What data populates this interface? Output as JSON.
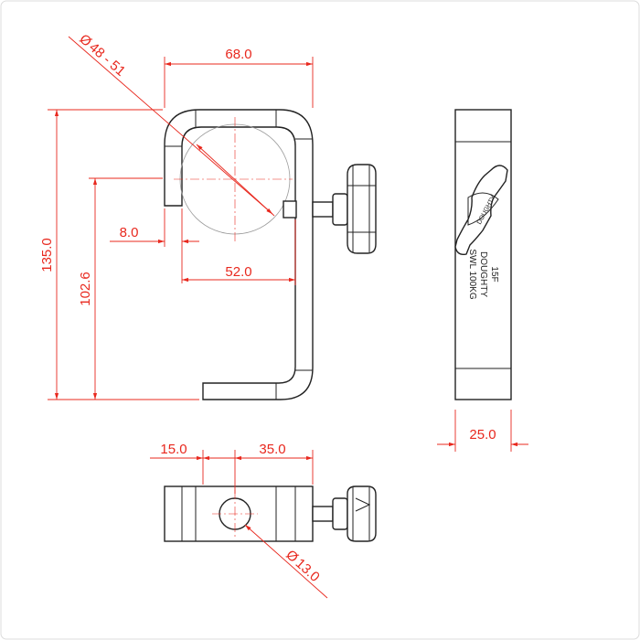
{
  "dimensions": {
    "diameter_range": "48 - 51",
    "width_top": "68.0",
    "total_height": "135.0",
    "inner_height": "102.6",
    "lip_width": "8.0",
    "inner_width": "52.0",
    "side_width": "25.0",
    "bottom_offset": "15.0",
    "bottom_length": "35.0",
    "hole_diameter": "13.0"
  },
  "side_label": {
    "line1": "15F",
    "line2": "DOUGHTY",
    "line3": "SWL 100KG",
    "knob_text": "DOUGHTY"
  },
  "symbols": {
    "diameter": "Ø"
  },
  "colors": {
    "dimension": "#e8281e",
    "outline": "#222222",
    "frame": "#dcdcdc"
  }
}
